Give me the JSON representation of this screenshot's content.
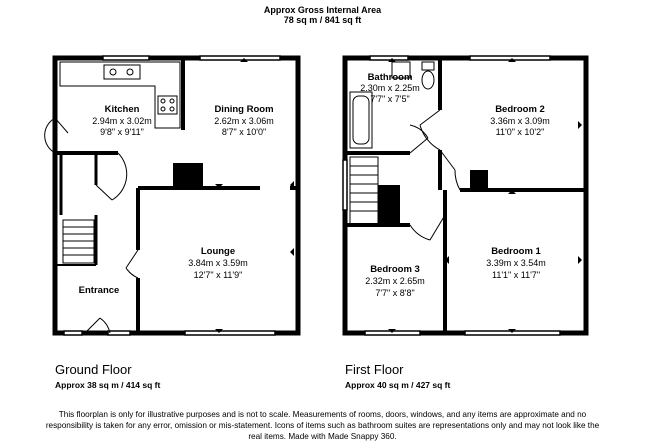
{
  "header": {
    "title": "Approx Gross Internal Area",
    "area": "78 sq m / 841 sq ft"
  },
  "floors": {
    "ground": {
      "title": "Ground Floor",
      "area": "Approx 38 sq m / 414 sq ft",
      "rooms": {
        "kitchen": {
          "name": "Kitchen",
          "metric": "2.94m x 3.02m",
          "imperial": "9'8\" x 9'11\""
        },
        "dining": {
          "name": "Dining Room",
          "metric": "2.62m x 3.06m",
          "imperial": "8'7\" x 10'0\""
        },
        "lounge": {
          "name": "Lounge",
          "metric": "3.84m x 3.59m",
          "imperial": "12'7\" x 11'9\""
        },
        "entrance": {
          "name": "Entrance"
        }
      }
    },
    "first": {
      "title": "First Floor",
      "area": "Approx 40 sq m / 427 sq ft",
      "rooms": {
        "bathroom": {
          "name": "Bathroom",
          "metric": "2.30m x 2.25m",
          "imperial": "7'7\" x 7'5\""
        },
        "bedroom2": {
          "name": "Bedroom 2",
          "metric": "3.36m x 3.09m",
          "imperial": "11'0\" x 10'2\""
        },
        "bedroom1": {
          "name": "Bedroom 1",
          "metric": "3.39m x 3.54m",
          "imperial": "11'1\" x 11'7\""
        },
        "bedroom3": {
          "name": "Bedroom 3",
          "metric": "2.32m x 2.65m",
          "imperial": "7'7\" x 8'8\""
        }
      }
    }
  },
  "disclaimer": "This floorplan is only for illustrative purposes and is not to scale. Measurements of rooms, doors, windows, and any items are approximate and no responsibility is taken for any error, omission or mis-statement. Icons of items such as bathroom suites are representations only and may not look like the real items. Made with Made Snappy 360."
}
